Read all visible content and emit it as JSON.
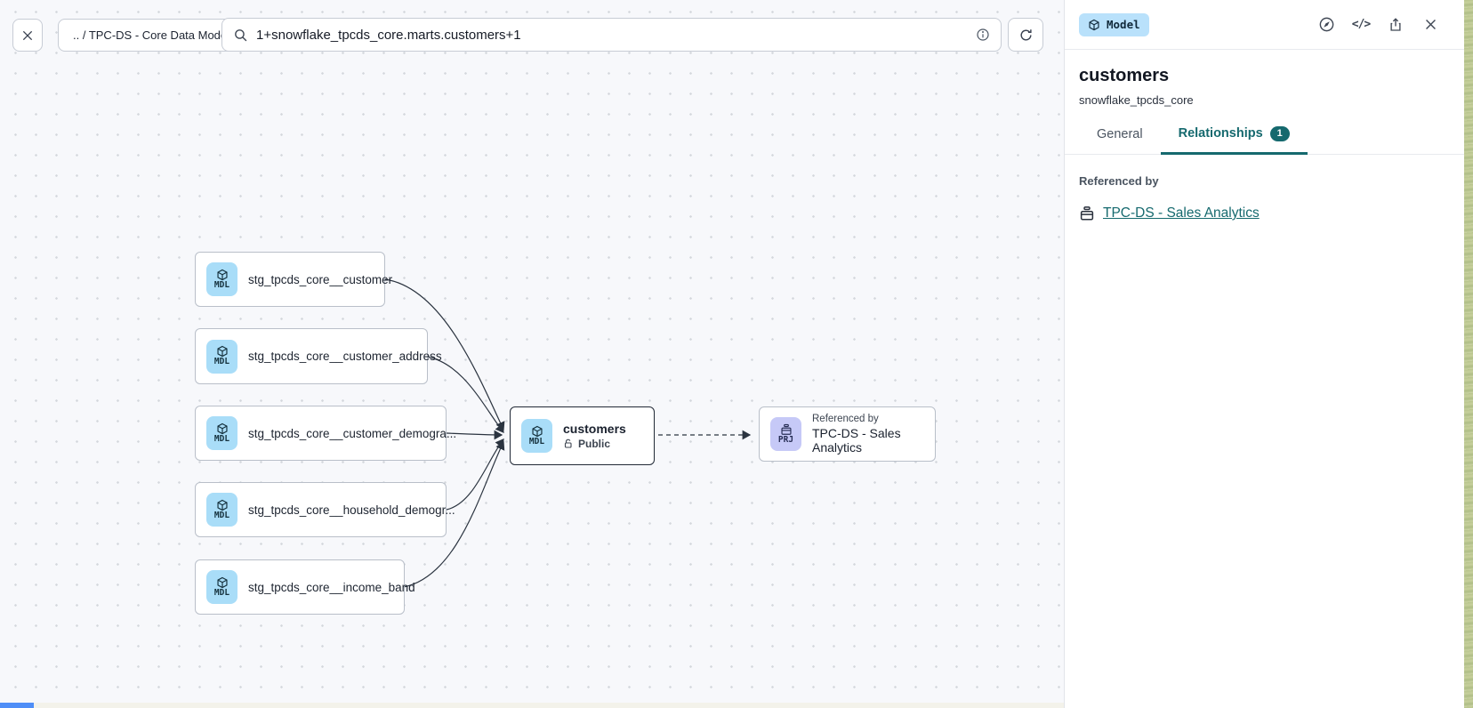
{
  "topbar": {
    "close_icon": "close",
    "breadcrumb": ".. / TPC-DS - Core Data Models",
    "search": {
      "value": "1+snowflake_tpcds_core.marts.customers+1",
      "leading_icon": "search",
      "trailing_icon": "info"
    },
    "refresh_icon": "refresh"
  },
  "canvas": {
    "nodes": [
      {
        "type_badge": "MDL",
        "label": "stg_tpcds_core__customer"
      },
      {
        "type_badge": "MDL",
        "label": "stg_tpcds_core__customer_address"
      },
      {
        "type_badge": "MDL",
        "label": "stg_tpcds_core__customer_demogra..."
      },
      {
        "type_badge": "MDL",
        "label": "stg_tpcds_core__household_demogr..."
      },
      {
        "type_badge": "MDL",
        "label": "stg_tpcds_core__income_band"
      },
      {
        "type_badge": "MDL",
        "label": "customers",
        "visibility": "Public",
        "selected": true
      },
      {
        "type_badge": "PRJ",
        "overline": "Referenced by",
        "label": "TPC-DS - Sales Analytics"
      }
    ],
    "edges": [
      {
        "from": "stg_tpcds_core__customer",
        "to": "customers",
        "style": "solid"
      },
      {
        "from": "stg_tpcds_core__customer_address",
        "to": "customers",
        "style": "solid"
      },
      {
        "from": "stg_tpcds_core__customer_demogra...",
        "to": "customers",
        "style": "solid"
      },
      {
        "from": "stg_tpcds_core__household_demogr...",
        "to": "customers",
        "style": "solid"
      },
      {
        "from": "stg_tpcds_core__income_band",
        "to": "customers",
        "style": "solid"
      },
      {
        "from": "customers",
        "to": "TPC-DS - Sales Analytics",
        "style": "dashed"
      }
    ]
  },
  "panel": {
    "type_chip": {
      "icon": "cube",
      "label": "Model"
    },
    "actions": [
      "compass",
      "code",
      "share",
      "close"
    ],
    "title": "customers",
    "subtitle": "snowflake_tpcds_core",
    "tabs": [
      {
        "label": "General",
        "active": false
      },
      {
        "label": "Relationships",
        "badge": "1",
        "active": true
      }
    ],
    "referenced_by_label": "Referenced by",
    "reference": {
      "icon": "project",
      "link": "TPC-DS - Sales Analytics"
    }
  },
  "colors": {
    "accent_teal": "#15696e",
    "model_badge_bg": "#a9ddf8",
    "project_badge_bg": "#c6c9f7",
    "canvas_bg": "#f7f8fb",
    "selected_node_border": "#212936",
    "edge": "#2b3440"
  }
}
